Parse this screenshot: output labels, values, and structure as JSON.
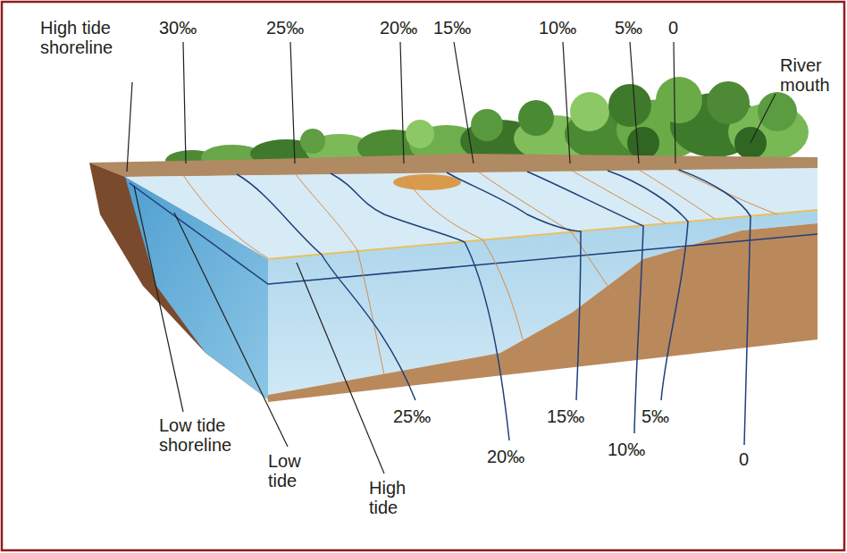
{
  "diagram": {
    "labels": [
      "High tide shoreline",
      "30‰",
      "25‰",
      "20‰",
      "15‰",
      "10‰",
      "5‰",
      "0",
      "River mouth",
      "25‰",
      "15‰",
      "5‰",
      "20‰",
      "10‰",
      "0",
      "Low tide shoreline",
      "Low tide",
      "High tide"
    ]
  }
}
